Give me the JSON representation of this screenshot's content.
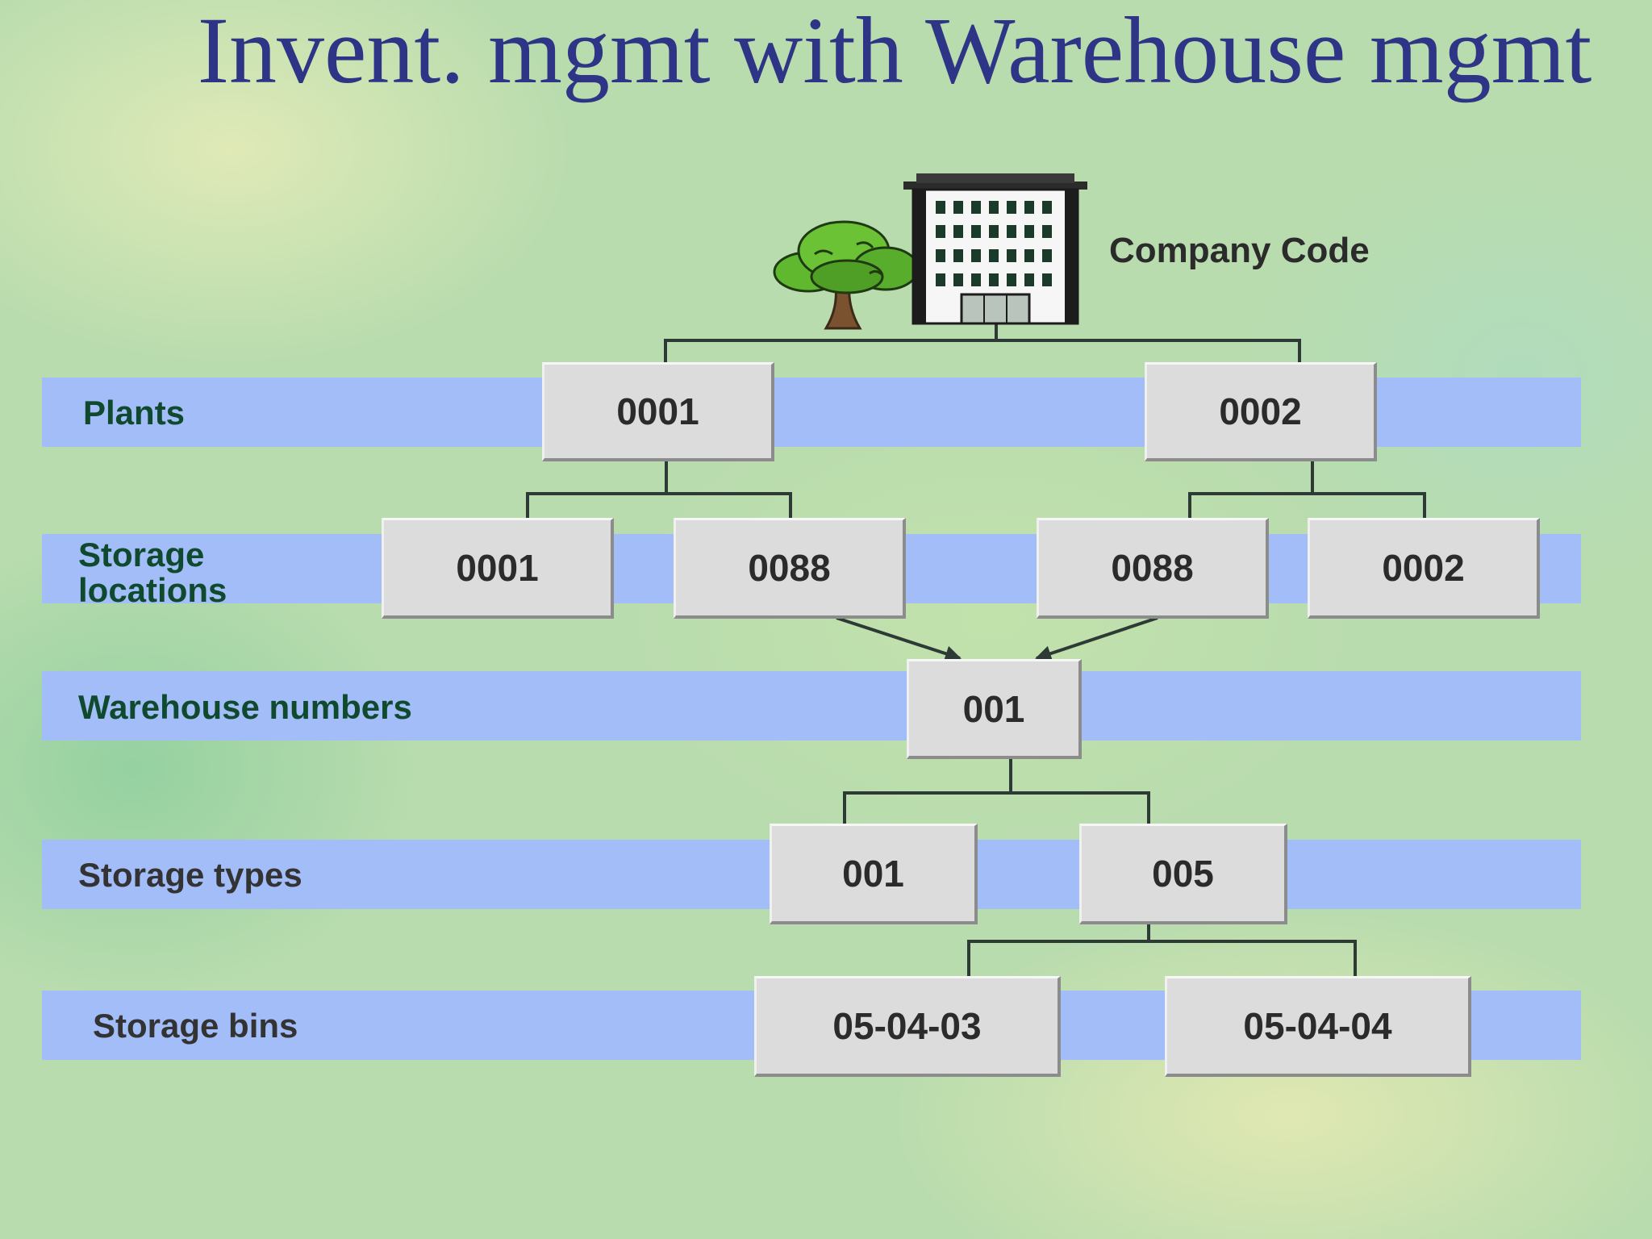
{
  "title": "Invent. mgmt with Warehouse mgmt",
  "company_code_label": "Company Code",
  "icons": [
    "tree-icon",
    "office-building-icon"
  ],
  "colors": {
    "title": "#2e3486",
    "band": "#a3bdf9",
    "level_label_dark_green": "#0f4a2e",
    "level_label_gray": "#333333",
    "node_fill": "#dcdcdc"
  },
  "levels": {
    "plants": "Plants",
    "storage_locations": "Storage locations",
    "warehouse_numbers": "Warehouse numbers",
    "storage_types": "Storage types",
    "storage_bins": "Storage bins"
  },
  "nodes": {
    "plant_1": "0001",
    "plant_2": "0002",
    "sloc_1": "0001",
    "sloc_2": "0088",
    "sloc_3": "0088",
    "sloc_4": "0002",
    "warehouse": "001",
    "stype_1": "001",
    "stype_2": "005",
    "bin_1": "05-04-03",
    "bin_2": "05-04-04"
  }
}
